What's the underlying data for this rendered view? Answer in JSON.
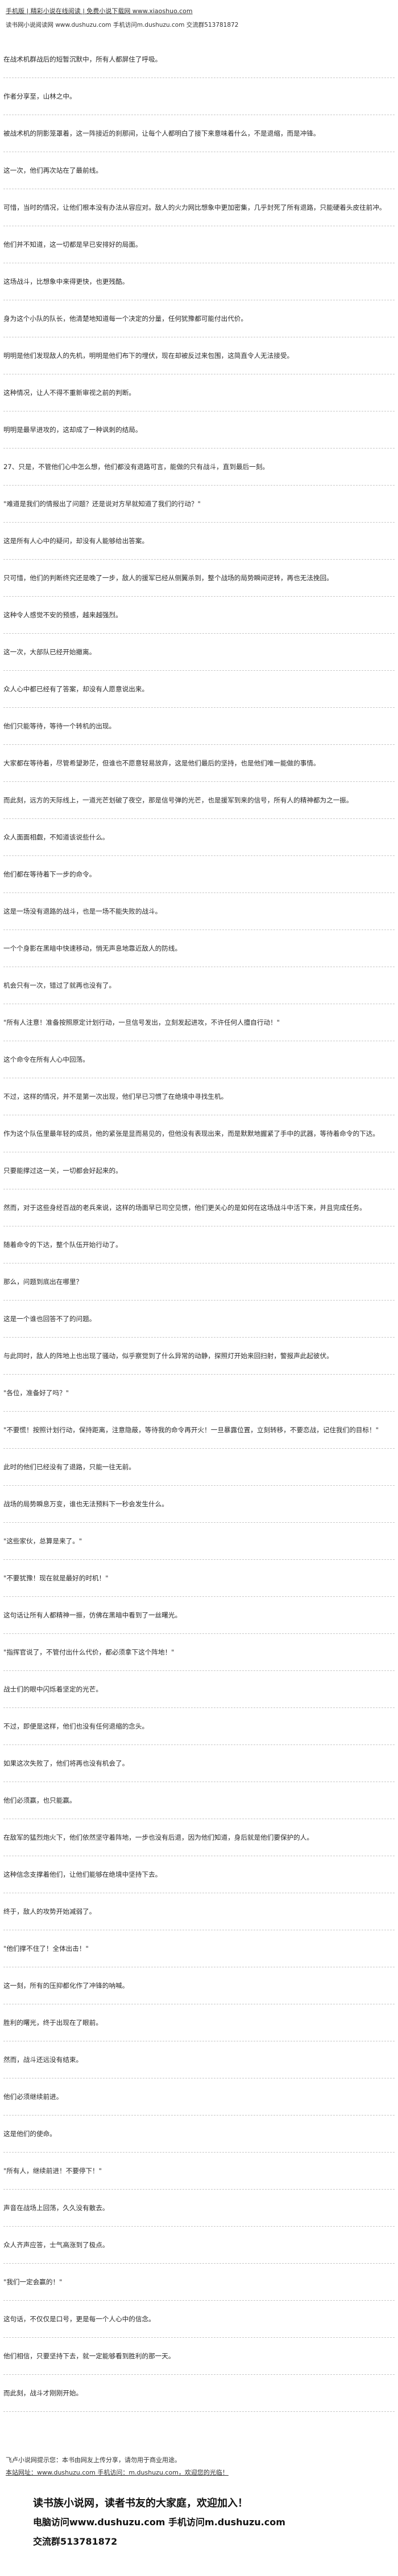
{
  "header": {
    "top_line": "手机版 | 精彩小说在线阅读 | 免费小说下载网 www.xiaoshuo.com",
    "notice_line1": "读书网小说阅读网 www.dushuzu.com 手机访问m.dushuzu.com 交流群513781872",
    "notice_line2": ""
  },
  "paragraphs": [
    "在战术机群战后的短暂沉默中，所有人都屏住了呼吸。",
    "作者分享至，山林之中。",
    "被战术机的阴影笼罩着，这一阵接近的刹那间，让每个人都明白了接下来意味着什么，不是退缩，而是冲锋。",
    "这一次，他们再次站在了最前线。",
    "可惜，当时的情况，让他们根本没有办法从容应对。敌人的火力网比想象中更加密集，几乎封死了所有退路，只能硬着头皮往前冲。",
    "他们并不知道，这一切都是早已安排好的局面。",
    "这场战斗，比想象中来得更快，也更残酷。",
    "身为这个小队的队长，他清楚地知道每一个决定的分量，任何犹豫都可能付出代价。",
    "明明是他们发现敌人的先机，明明是他们布下的埋伏，现在却被反过来包围，这简直令人无法接受。",
    "这种情况，让人不得不重新审视之前的判断。",
    "明明是最早进攻的，这却成了一种讽刺的结局。",
    "27、只是，不管他们心中怎么想，他们都没有退路可言，能做的只有战斗，直到最后一刻。",
    "\"难道是我们的情报出了问题？还是说对方早就知道了我们的行动？\"",
    "这是所有人心中的疑问，却没有人能够给出答案。",
    "只可惜，他们的判断终究还是晚了一步，敌人的援军已经从侧翼杀到，整个战场的局势瞬间逆转，再也无法挽回。",
    "这种令人感觉不安的预感，越来越强烈。",
    "这一次，大部队已经开始撤离。",
    "众人心中都已经有了答案，却没有人愿意说出来。",
    "他们只能等待，等待一个转机的出现。",
    "大家都在等待着，尽管希望渺茫，但谁也不愿意轻易放弃，这是他们最后的坚持，也是他们唯一能做的事情。",
    "而此刻，远方的天际线上，一道光芒划破了夜空，那是信号弹的光芒，也是援军到来的信号，所有人的精神都为之一振。",
    "众人面面相觑，不知道该说些什么。",
    "他们都在等待着下一步的命令。",
    "这是一场没有退路的战斗，也是一场不能失败的战斗。",
    "一个个身影在黑暗中快速移动，悄无声息地靠近敌人的防线。",
    "机会只有一次，错过了就再也没有了。",
    "\"所有人注意！准备按照原定计划行动，一旦信号发出，立刻发起进攻，不许任何人擅自行动！\"",
    "这个命令在所有人心中回荡。",
    "不过，这样的情况，并不是第一次出现，他们早已习惯了在绝境中寻找生机。",
    "作为这个队伍里最年轻的成员，他的紧张是显而易见的，但他没有表现出来，而是默默地握紧了手中的武器，等待着命令的下达。",
    "只要能撑过这一关，一切都会好起来的。",
    "然而，对于这些身经百战的老兵来说，这样的场面早已司空见惯，他们更关心的是如何在这场战斗中活下来，并且完成任务。",
    "随着命令的下达，整个队伍开始行动了。",
    "那么，问题到底出在哪里？",
    "这是一个谁也回答不了的问题。",
    "与此同时，敌人的阵地上也出现了骚动，似乎察觉到了什么异常的动静，探照灯开始来回扫射，警报声此起彼伏。",
    "\"各位，准备好了吗？\"",
    "\"不要慌！按照计划行动，保持距离，注意隐蔽，等待我的命令再开火！一旦暴露位置，立刻转移，不要恋战，记住我们的目标！\"",
    "此时的他们已经没有了退路，只能一往无前。",
    "战场的局势瞬息万变，谁也无法预料下一秒会发生什么。",
    "\"这些家伙，总算是来了。\"",
    "\"不要犹豫！现在就是最好的时机！\"",
    "这句话让所有人都精神一振，仿佛在黑暗中看到了一丝曙光。",
    "\"指挥官说了，不管付出什么代价，都必须拿下这个阵地！\"",
    "战士们的眼中闪烁着坚定的光芒。",
    "不过，即便是这样，他们也没有任何退缩的念头。",
    "如果这次失败了，他们将再也没有机会了。",
    "他们必须赢，也只能赢。",
    "在敌军的猛烈炮火下，他们依然坚守着阵地，一步也没有后退，因为他们知道，身后就是他们要保护的人。",
    "这种信念支撑着他们，让他们能够在绝境中坚持下去。",
    "终于，敌人的攻势开始减弱了。",
    "\"他们撑不住了！全体出击！\"",
    "这一刻，所有的压抑都化作了冲锋的呐喊。",
    "胜利的曙光，终于出现在了眼前。",
    "然而，战斗还远没有结束。",
    "他们必须继续前进。",
    "这是他们的使命。",
    "\"所有人，继续前进！不要停下！\"",
    "声音在战场上回荡，久久没有散去。",
    "众人齐声应答，士气高涨到了极点。",
    "\"我们一定会赢的！\"",
    "这句话，不仅仅是口号，更是每一个人心中的信念。",
    "他们相信，只要坚持下去，就一定能够看到胜利的那一天。",
    "而此刻，战斗才刚刚开始。"
  ],
  "footer": {
    "share": "飞卢小说网提示您：本书由网友上传分享，请勿用于商业用途。",
    "link_text": "本站网址：www.dushuzu.com 手机访问：m.dushuzu.com，欢迎您的光临！",
    "group_id": "交流群513781872",
    "bold_line1": "读书族小说网，读者书友的大家庭，欢迎加入！",
    "bold_line2": "电脑访问www.dushuzu.com 手机访问m.dushuzu.com",
    "bold_line3": "交流群513781872"
  }
}
